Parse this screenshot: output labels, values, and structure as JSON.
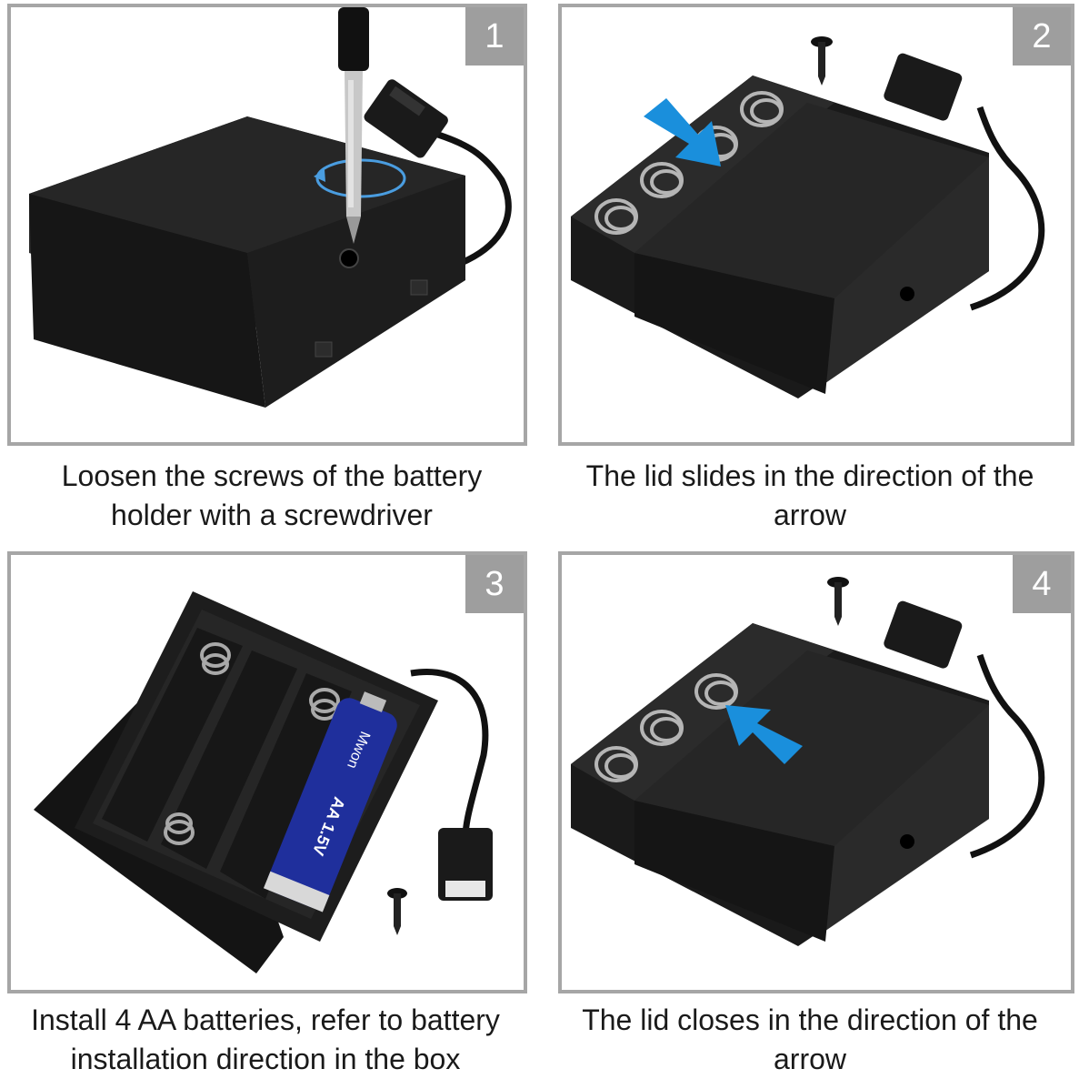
{
  "steps": [
    {
      "number": "1",
      "caption_line1": "Loosen the screws of the battery",
      "caption_line2": "holder with a screwdriver"
    },
    {
      "number": "2",
      "caption_line1": "The lid slides in the direction of the",
      "caption_line2": "arrow"
    },
    {
      "number": "3",
      "caption_line1": "Install 4 AA batteries, refer to battery",
      "caption_line2": "installation direction in the box"
    },
    {
      "number": "4",
      "caption_line1": "The lid closes in the direction of the",
      "caption_line2": "arrow"
    }
  ],
  "battery_label": {
    "brand": "Mwon",
    "size": "AA 1.5V"
  },
  "colors": {
    "panel_border": "#a6a6a6",
    "badge": "#9e9e9e",
    "arrow": "#1a8fdc",
    "box": "#1c1c1c"
  }
}
